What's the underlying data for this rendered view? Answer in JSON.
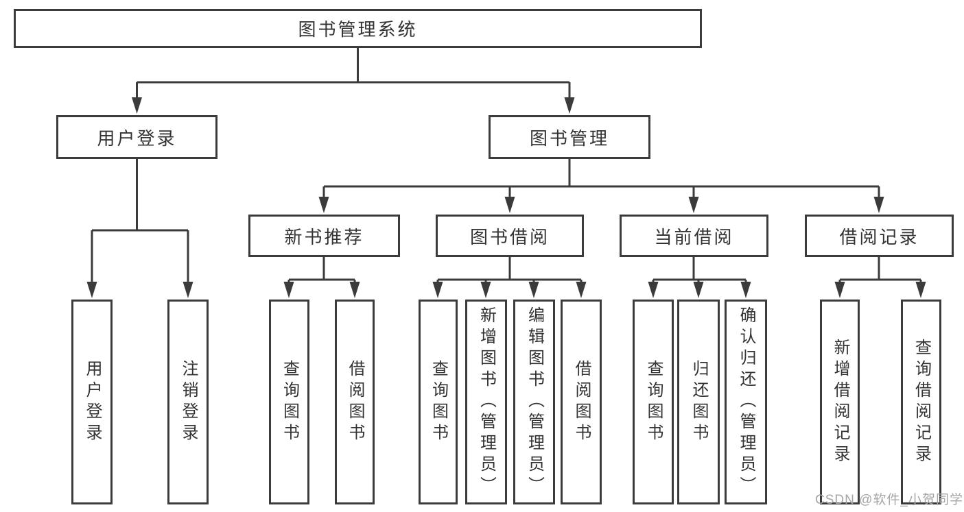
{
  "diagram": {
    "title": "图书管理系统",
    "nodes": {
      "root": "图书管理系统",
      "user_login": "用户登录",
      "book_mgmt": "图书管理",
      "new_book": "新书推荐",
      "book_borrow": "图书借阅",
      "current_borrow": "当前借阅",
      "borrow_record": "借阅记录",
      "leaves": {
        "user_login": [
          "用户登录",
          "注销登录"
        ],
        "new_book": [
          "查询图书",
          "借阅图书"
        ],
        "book_borrow": [
          "查询图书",
          "新增图书（管理员）",
          "编辑图书（管理员）",
          "借阅图书"
        ],
        "current_borrow": [
          "查询图书",
          "归还图书",
          "确认归还（管理员）"
        ],
        "borrow_record": [
          "新增借阅记录",
          "查询借阅记录"
        ]
      }
    },
    "edges": [
      "图书管理系统→用户登录",
      "图书管理系统→图书管理",
      "用户登录→用户登录",
      "用户登录→注销登录",
      "图书管理→新书推荐",
      "图书管理→图书借阅",
      "图书管理→当前借阅",
      "图书管理→借阅记录",
      "新书推荐→查询图书",
      "新书推荐→借阅图书",
      "图书借阅→查询图书",
      "图书借阅→新增图书（管理员）",
      "图书借阅→编辑图书（管理员）",
      "图书借阅→借阅图书",
      "当前借阅→查询图书",
      "当前借阅→归还图书",
      "当前借阅→确认归还（管理员）",
      "借阅记录→新增借阅记录",
      "借阅记录→查询借阅记录"
    ],
    "colors": {
      "line": "#3b3b3b",
      "text": "#333333",
      "background": "#ffffff",
      "watermark": "#a6a6a6"
    }
  },
  "watermark": {
    "text": "CSDN @软件_小贺同学"
  }
}
